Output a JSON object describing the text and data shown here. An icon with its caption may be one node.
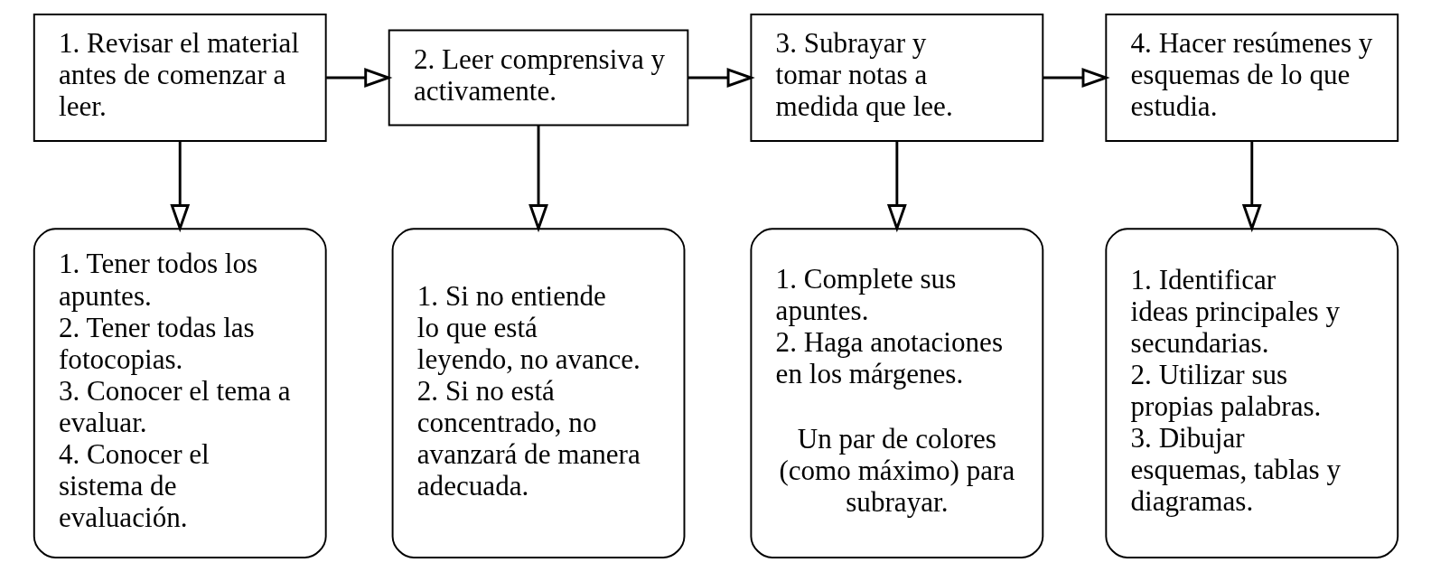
{
  "diagram": {
    "nodes": [
      {
        "text": [
          "1. Revisar el material antes de comenzar a leer."
        ]
      },
      {
        "text": [
          "2. Leer comprensiva y activamente."
        ]
      },
      {
        "text": [
          "3. Subrayar y tomar notas a medida que lee."
        ]
      },
      {
        "text": [
          "4. Hacer resúmenes y esquemas de lo que estudia."
        ]
      },
      {
        "text": [
          "1. Tener todos los apuntes.",
          "2. Tener todas las fotocopias.",
          "3. Conocer el tema a evaluar.",
          "4. Conocer el sistema de evaluación."
        ]
      },
      {
        "text": [
          "1. Si no entiende lo que está leyendo, no avance.",
          "2. Si no está concentrado, no avanzará de manera adecuada."
        ]
      },
      {
        "text": [
          "1. Complete sus apuntes.",
          "2. Haga anotaciones en los márgenes.",
          "Un par de colores (como máximo) para subrayar."
        ]
      },
      {
        "text": [
          "1. Identificar ideas principales y secundarias.",
          "2. Utilizar sus propias palabras.",
          "3. Dibujar esquemas, tablas y diagramas."
        ]
      }
    ],
    "edges": [
      {
        "from": 0,
        "to": 1,
        "arrow": "to"
      },
      {
        "from": 1,
        "to": 2,
        "arrow": "to"
      },
      {
        "from": 2,
        "to": 3,
        "arrow": "to"
      },
      {
        "from": 0,
        "to": 4,
        "arrow": "to"
      },
      {
        "from": 1,
        "to": 5,
        "arrow": "to"
      },
      {
        "from": 2,
        "to": 6,
        "arrow": "to"
      },
      {
        "from": 3,
        "to": 7,
        "arrow": "to"
      }
    ]
  }
}
